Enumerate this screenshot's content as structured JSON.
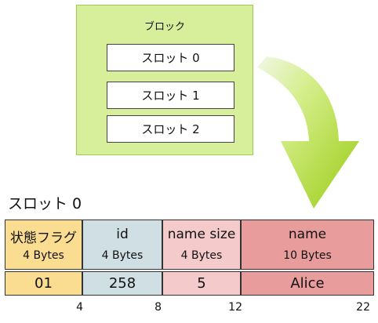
{
  "block": {
    "title": "ブロック",
    "slots": [
      "スロット 0",
      "スロット 1",
      "スロット 2"
    ]
  },
  "slot_detail": {
    "heading": "スロット 0",
    "fields": [
      {
        "name": "状態フラグ",
        "size": "4 Bytes",
        "value": "01"
      },
      {
        "name": "id",
        "size": "4 Bytes",
        "value": "258"
      },
      {
        "name": "name size",
        "size": "4 Bytes",
        "value": "5"
      },
      {
        "name": "name",
        "size": "10 Bytes",
        "value": "Alice"
      }
    ],
    "offsets": [
      "4",
      "8",
      "12",
      "22"
    ]
  },
  "colors": {
    "block_fill": "#d7ee9a",
    "block_border": "#9bcc4b",
    "arrow": "#a6d61e",
    "state_flag": "#fbdd91",
    "id": "#cfdfe3",
    "name_size": "#f4caca",
    "name": "#e99c9c"
  }
}
